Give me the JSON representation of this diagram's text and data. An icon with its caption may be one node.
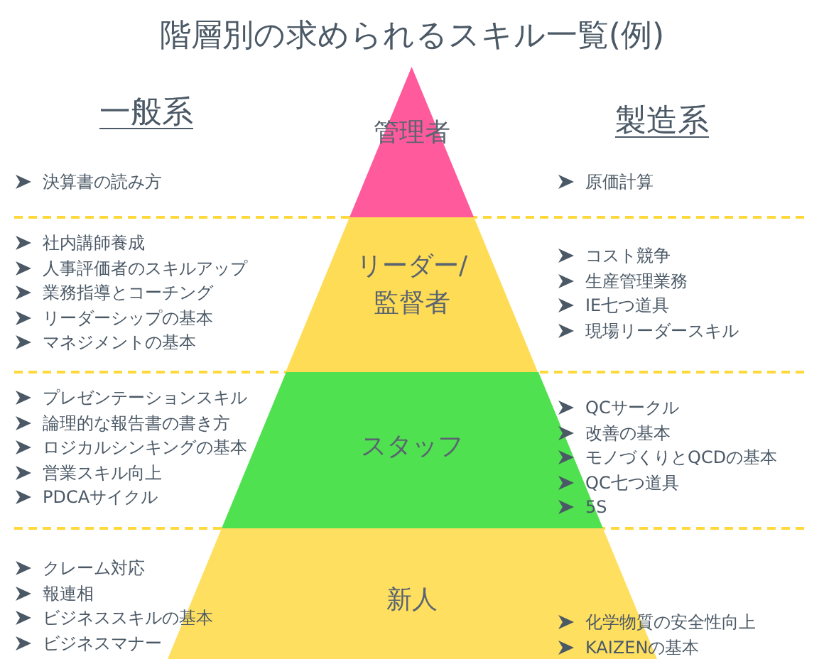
{
  "diagram": {
    "title": "階層別の求められるスキル一覧(例)",
    "nodes": [
      {
        "text": [
          "管理者"
        ]
      },
      {
        "text": [
          "リーダー/ 監督者"
        ]
      },
      {
        "text": [
          "スタッフ"
        ]
      },
      {
        "text": [
          "新人"
        ]
      }
    ],
    "labels": [
      "一般系",
      "製造系",
      "決算書の読み方",
      "原価計算",
      "社内講師養成",
      "人事評価者のスキルアップ",
      "業務指導とコーチング",
      "リーダーシップの基本",
      "マネジメントの基本",
      "コスト競争",
      "生産管理業務",
      "IE七つ道具",
      "現場リーダースキル",
      "プレゼンテーションスキル",
      "論理的な報告書の書き方",
      "ロジカルシンキングの基本",
      "営業スキル向上",
      "PDCAサイクル",
      "QCサークル",
      "改善の基本",
      "モノづくりとQCDの基本",
      "QC七つ道具",
      "5S",
      "クレーム対応",
      "報連相",
      "ビジネススキルの基本",
      "ビジネスマナー",
      "化学物質の安全性向上",
      "KAIZENの基本"
    ]
  }
}
